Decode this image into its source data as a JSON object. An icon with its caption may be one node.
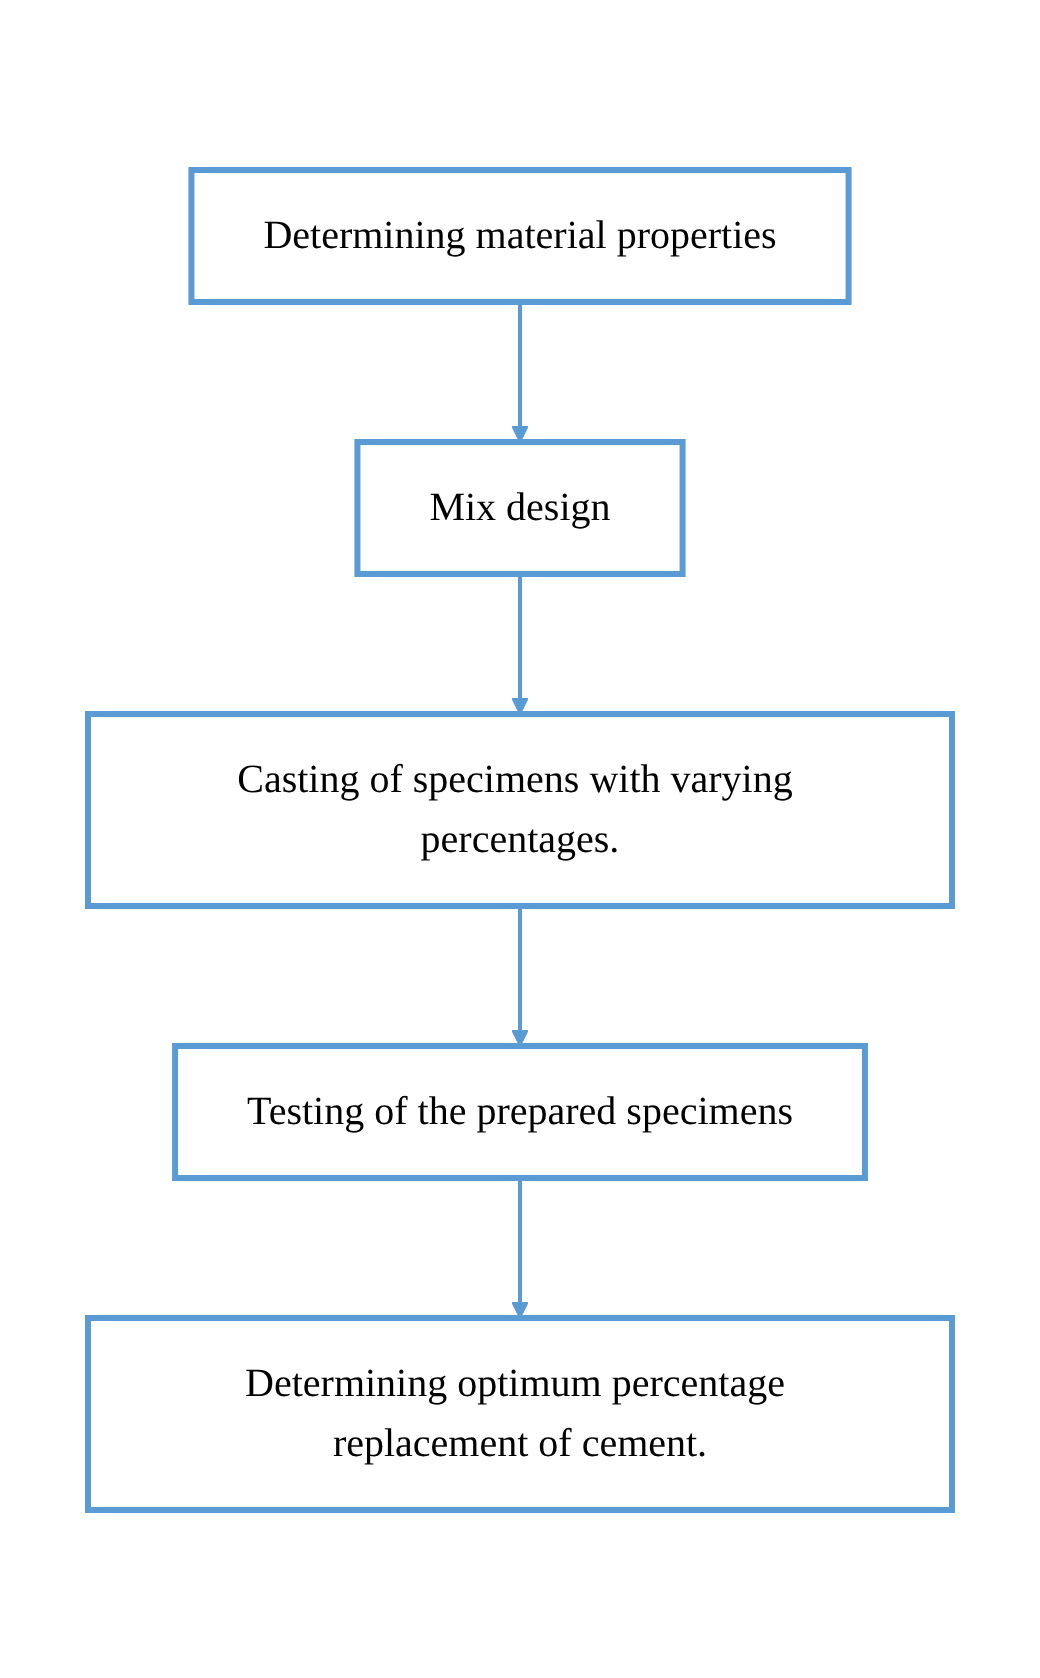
{
  "diagram": {
    "nodes": [
      {
        "text": [
          "Determining material properties"
        ]
      },
      {
        "text": [
          "Mix design"
        ]
      },
      {
        "text": [
          "Casting of specimens with varying percentages."
        ]
      },
      {
        "text": [
          "Testing of the prepared specimens"
        ]
      },
      {
        "text": [
          "Determining optimum percentage replacement of cement."
        ]
      }
    ],
    "edges": [
      {
        "from": 0,
        "to": 1,
        "arrow": "to"
      },
      {
        "from": 1,
        "to": 2,
        "arrow": "to"
      },
      {
        "from": 2,
        "to": 3,
        "arrow": "to"
      },
      {
        "from": 3,
        "to": 4,
        "arrow": "to"
      }
    ]
  }
}
